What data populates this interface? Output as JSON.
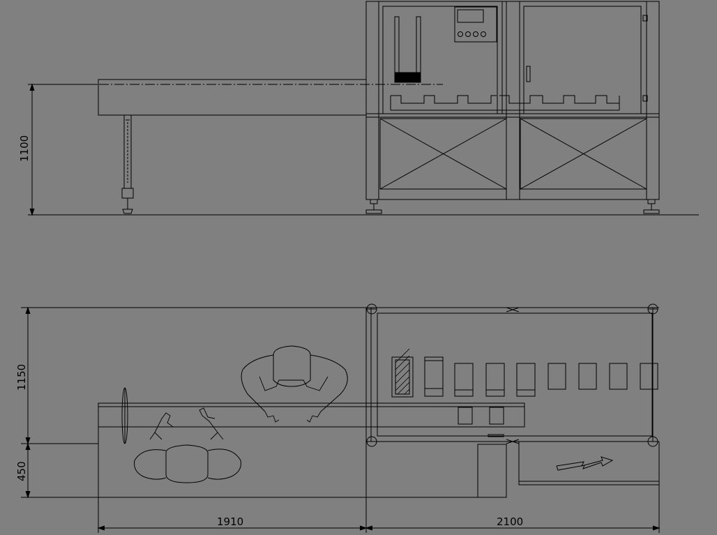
{
  "colors": {
    "background": "#808080",
    "line": "#000000",
    "dimension": "#000000"
  },
  "dimensions": {
    "height_side_view": "1100",
    "depth_machine": "1150",
    "depth_operator": "450",
    "length_infeed": "1910",
    "length_machine": "2100"
  },
  "views": [
    "side-elevation",
    "top-plan"
  ],
  "symbols": [
    "operator-figure",
    "flow-arrow",
    "control-panel",
    "foot-pad",
    "caster"
  ]
}
